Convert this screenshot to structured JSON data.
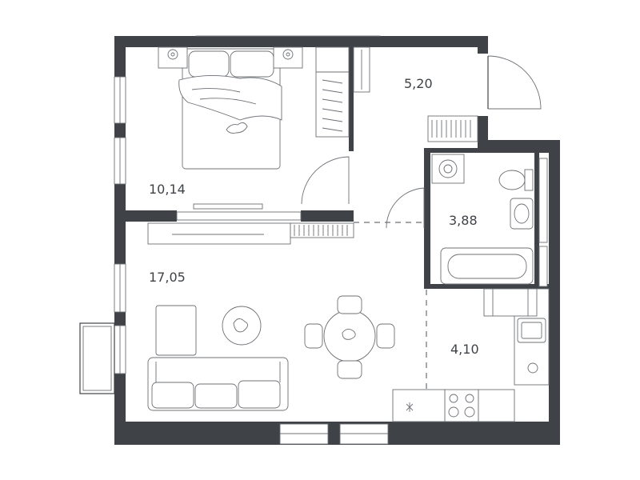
{
  "rooms": [
    {
      "id": "bedroom",
      "area": "10,14"
    },
    {
      "id": "hallway",
      "area": "5,20"
    },
    {
      "id": "bathroom",
      "area": "3,88"
    },
    {
      "id": "living-room",
      "area": "17,05"
    },
    {
      "id": "kitchen",
      "area": "4,10"
    }
  ],
  "colors": {
    "wall": "#3f4246",
    "furniture_line": "#6c7075",
    "background": "#ffffff"
  }
}
